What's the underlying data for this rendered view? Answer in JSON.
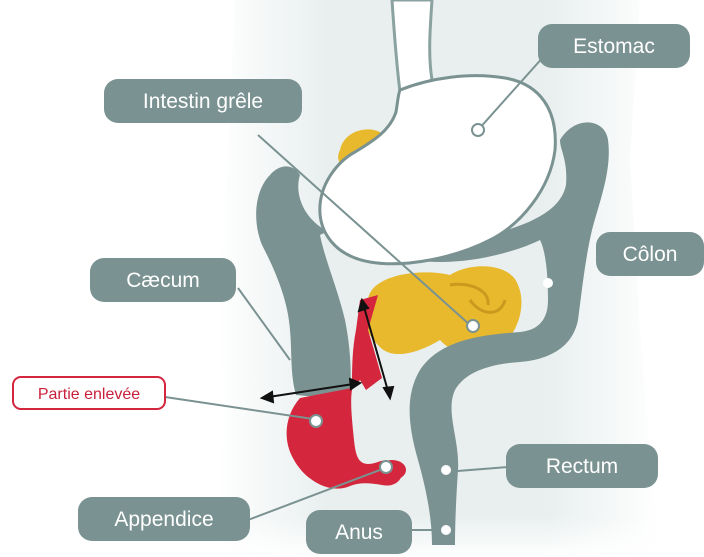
{
  "labels": {
    "estomac": "Estomac",
    "intestin_grele": "Intestin grêle",
    "caecum": "Cæcum",
    "colon": "Côlon",
    "partie_enlevee": "Partie enlevée",
    "appendice": "Appendice",
    "rectum": "Rectum",
    "anus": "Anus"
  },
  "colors": {
    "organ_grey": "#7a9291",
    "label_bg": "#7a9291",
    "label_text": "#ffffff",
    "stomach": "#ffffff",
    "small_intestine": "#e8b92c",
    "removed_part": "#d4263d",
    "removed_label_border": "#d4263d",
    "removed_label_text": "#c8203a",
    "body_silhouette": "#e8eeee"
  }
}
